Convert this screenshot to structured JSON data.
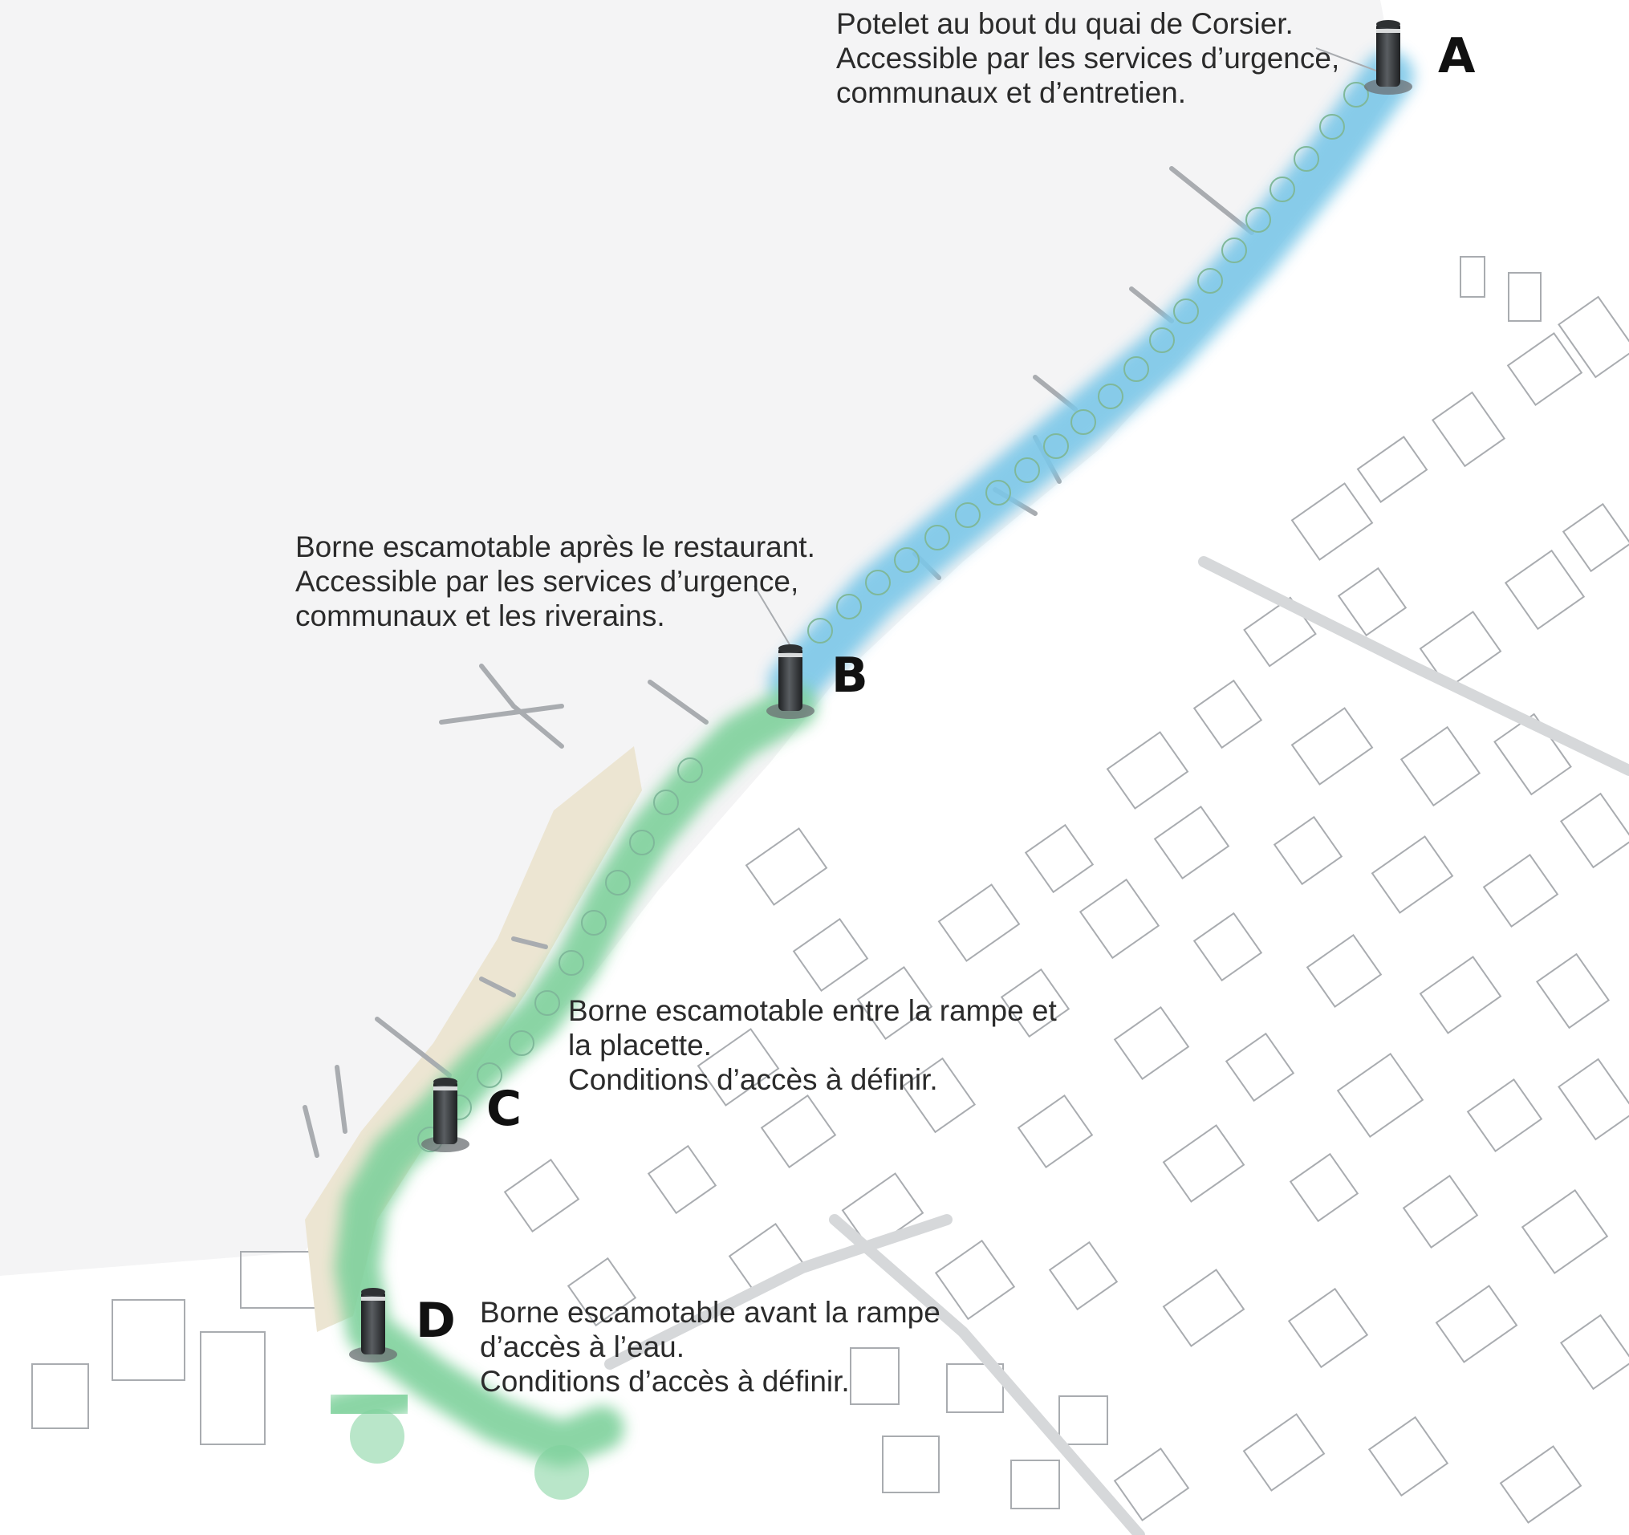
{
  "map": {
    "colors": {
      "lake": "#f4f4f5",
      "land": "#ffffff",
      "buildings": "#a9acb0",
      "roads": "#d6d8da",
      "quay_sand": "#ece5d2",
      "route_blue": "#7cc7e8",
      "route_green": "#7fd19c",
      "trees": "#7fb89a",
      "bollard": "#2e3133"
    },
    "icons": {
      "bollard": "bollard-icon"
    },
    "points": [
      {
        "letter": "A",
        "lines": [
          "Potelet au bout du quai de Corsier.",
          "Accessible par les services d’urgence,",
          "communaux et d’entretien."
        ]
      },
      {
        "letter": "B",
        "lines": [
          "Borne escamotable après le restaurant.",
          "Accessible par les services d’urgence,",
          "communaux et les riverains."
        ]
      },
      {
        "letter": "C",
        "lines": [
          "Borne escamotable entre la rampe et",
          "la placette.",
          "Conditions d’accès à définir."
        ]
      },
      {
        "letter": "D",
        "lines": [
          "Borne escamotable avant la rampe",
          "d’accès à l’eau.",
          "Conditions d’accès à définir."
        ]
      }
    ]
  }
}
